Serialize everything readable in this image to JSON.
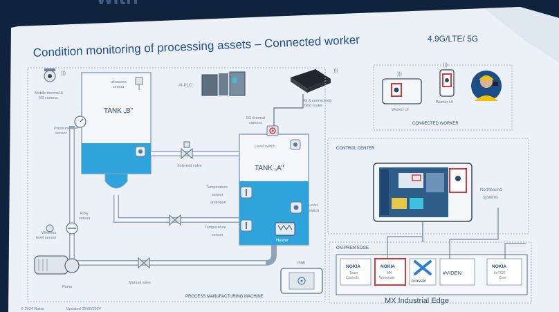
{
  "slide": {
    "banner_partial": "with",
    "title": "Condition monitoring of processing assets – Connected worker",
    "network": "4.9G/LTE/ 5G",
    "footer_copyright": "© 2024 Nokia",
    "footer_updated": "Updated 05/06/2024"
  },
  "plant": {
    "camera_label_1": "Mobile thermal &",
    "camera_label_2": "5G camera",
    "tank_b_label": "TANK „B\"",
    "ultrasonic_label_1": "ultrasonic",
    "ultrasonic_label_2": "sensor",
    "pressure_label_1": "Pressure",
    "pressure_label_2": "sensor",
    "solenoid_label": "Solenoid valve",
    "plc_label": "AI-PLC",
    "gateway_label_1": "5G & connectivity",
    "gateway_label_2": "field router",
    "thermal_cam_label_1": "5G thermal",
    "thermal_cam_label_2": "camera",
    "level_switch_top": "Level switch",
    "tank_a_label": "TANK „A\"",
    "temp_analogue_1": "Temperature",
    "temp_analogue_2": "sensor",
    "temp_analogue_3": "analogue",
    "temp_sensor_1": "Temperature",
    "temp_sensor_2": "sensor",
    "level_switch_1": "Level",
    "level_switch_2": "switch",
    "heater_label": "Heater",
    "flow_label_1": "Flow",
    "flow_label_2": "sensor",
    "wireless_label_1": "Wireless",
    "wireless_label_2": "level sensor",
    "pump_label": "Pump",
    "manual_valve_label": "Manual valve",
    "hmi_label": "HMI",
    "machine_label": "PROCESS MANUFACTURING MACHINE"
  },
  "connected_worker": {
    "tablet_label": "Worker UI",
    "phone_label": "Worker UI",
    "section_label": "CONNECTED WORKER"
  },
  "control_center": {
    "title": "CONTROL CENTER",
    "northbound_1": "Northbound",
    "northbound_2": "systems"
  },
  "edge": {
    "title": "ON-PREM EDGE",
    "platform_label": "MX Industrial Edge",
    "apps": [
      {
        "brand": "NOKIA",
        "name_1": "Team",
        "name_2": "Controls"
      },
      {
        "brand": "NOKIA",
        "name_1": "MX",
        "name_2": "Workmate"
      },
      {
        "brand": "",
        "name_1": "crosser",
        "name_2": ""
      },
      {
        "brand": "",
        "name_1": "#VIDEN",
        "name_2": ""
      },
      {
        "brand": "NOKIA",
        "name_1": "IIoT/SE",
        "name_2": "Core"
      }
    ]
  },
  "colors": {
    "liquid": "#2ea3dc",
    "accent_red": "#d33b3b",
    "title_blue": "#1f4e8c",
    "line": "#8fa3b8"
  }
}
